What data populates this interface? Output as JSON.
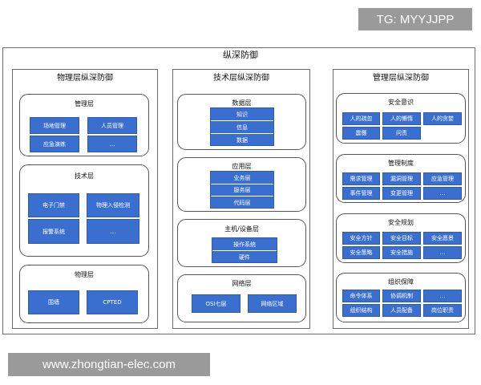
{
  "watermark_top": "TG: MYYJJPP",
  "watermark_bottom": "www.zhongtian-elec.com",
  "title": "纵深防御",
  "columns": {
    "physical": {
      "title": "物理层纵深防御",
      "panels": [
        {
          "title": "管理层",
          "cells": [
            "场地管理",
            "人员管理",
            "应急演练",
            "…"
          ]
        },
        {
          "title": "技术层",
          "cells": [
            "电子门禁",
            "物理入侵检测",
            "报警系统",
            "…"
          ]
        },
        {
          "title": "物理层",
          "cells": [
            "围墙",
            "CPTED"
          ]
        }
      ]
    },
    "technical": {
      "title": "技术层纵深防御",
      "panels": [
        {
          "title": "数据层",
          "cells": [
            "知识",
            "信息",
            "数据"
          ]
        },
        {
          "title": "应用层",
          "cells": [
            "业务层",
            "服务层",
            "代码层"
          ]
        },
        {
          "title": "主机/设备层",
          "cells": [
            "操作系统",
            "硬件"
          ]
        },
        {
          "title": "网络层",
          "cells": [
            "OSI七层",
            "网络区域"
          ]
        }
      ]
    },
    "management": {
      "title": "管理层纵深防御",
      "panels": [
        {
          "title": "安全意识",
          "cells": [
            "人的疏忽",
            "人的懒惰",
            "人的贪婪",
            "震慑",
            "问责"
          ]
        },
        {
          "title": "管理制度",
          "cells": [
            "需求管理",
            "漏洞管理",
            "应急管理",
            "事件管理",
            "变更管理",
            "…"
          ]
        },
        {
          "title": "安全规划",
          "cells": [
            "安全方针",
            "安全目标",
            "安全愿景",
            "安全策略",
            "安全措施",
            "…"
          ]
        },
        {
          "title": "组织保障",
          "cells": [
            "命令体系",
            "协调机制",
            "…",
            "组织结构",
            "人员配备",
            "岗位职责"
          ]
        }
      ]
    }
  }
}
